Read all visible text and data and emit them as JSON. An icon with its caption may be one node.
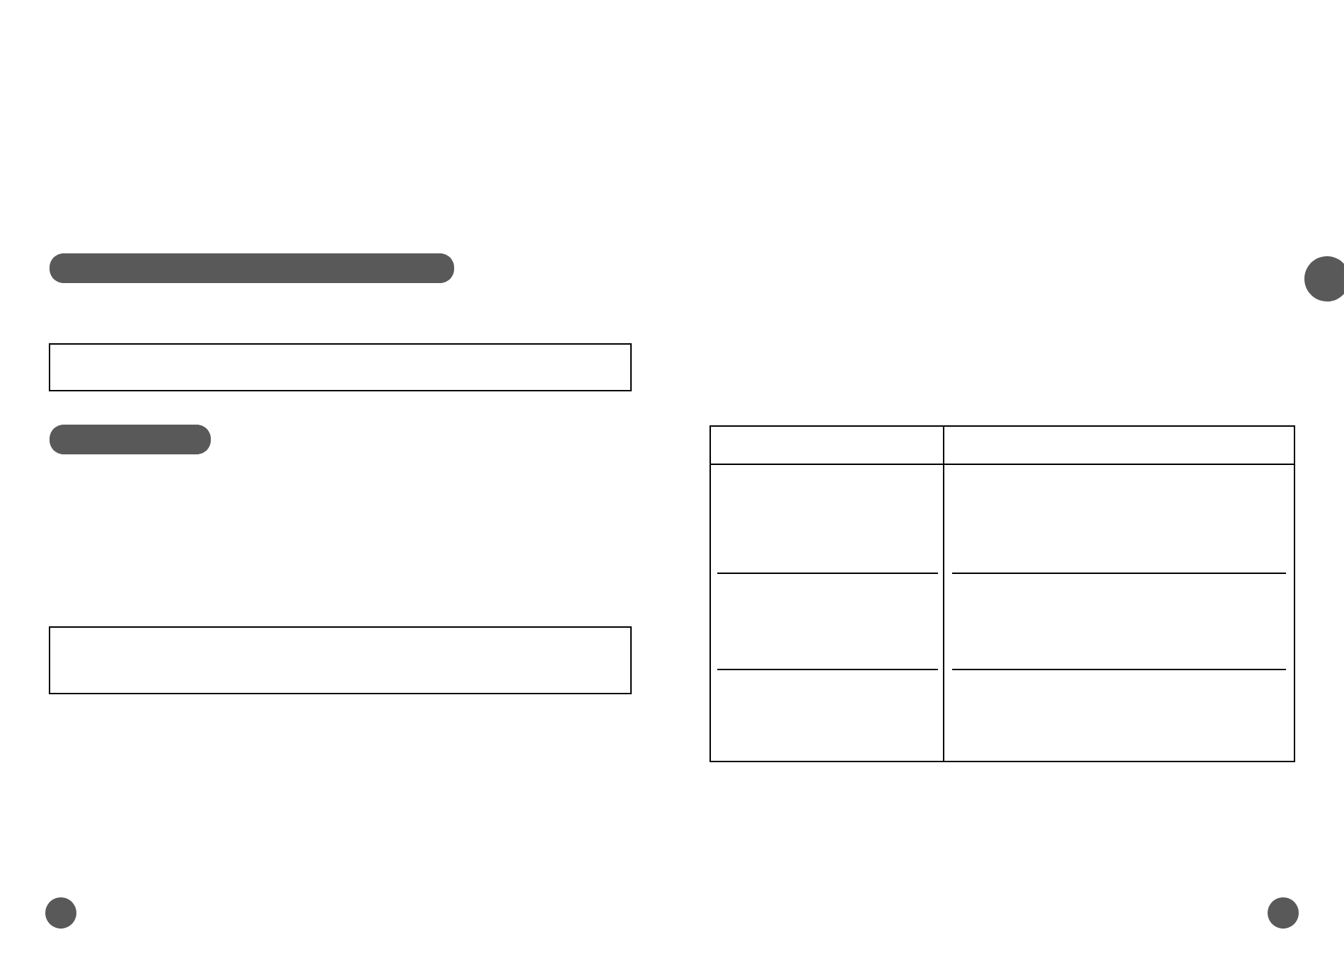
{
  "diagram": {
    "nodes": [
      {
        "text": [],
        "shape": "bar"
      },
      {
        "text": [],
        "shape": "box"
      },
      {
        "text": [],
        "shape": "bar"
      },
      {
        "text": [],
        "shape": "box"
      },
      {
        "text": [],
        "shape": "table"
      },
      {
        "text": [],
        "shape": "circle"
      },
      {
        "text": [],
        "shape": "circle"
      },
      {
        "text": [],
        "shape": "circle"
      }
    ]
  }
}
